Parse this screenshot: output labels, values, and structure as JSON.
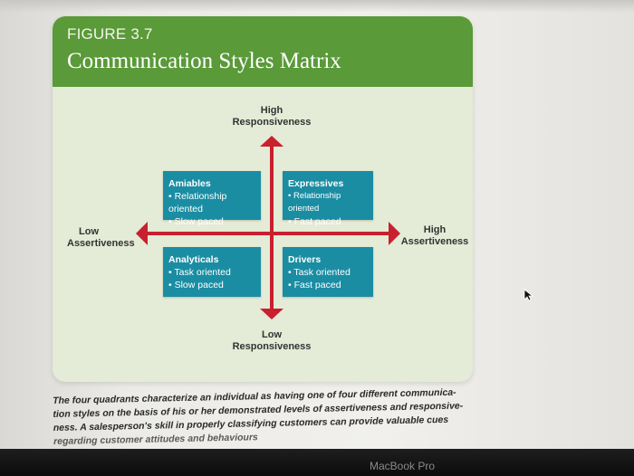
{
  "figure": {
    "number": "FIGURE 3.7",
    "title": "Communication Styles Matrix",
    "header_color": "#5a9a39",
    "panel_color": "#e4ebd6"
  },
  "axes": {
    "top": [
      "High",
      "Responsiveness"
    ],
    "bottom": [
      "Low",
      "Responsiveness"
    ],
    "left": [
      "Low",
      "Assertiveness"
    ],
    "right": [
      "High",
      "Assertiveness"
    ],
    "arrow_color": "#c8202f"
  },
  "quadrants": {
    "color": "#1a8da3",
    "top_left": {
      "title": "Amiables",
      "items": [
        "• Relationship oriented",
        "• Slow paced"
      ]
    },
    "top_right": {
      "title": "Expressives",
      "items": [
        "• Relationship oriented",
        "• Fast paced"
      ]
    },
    "bottom_left": {
      "title": "Analyticals",
      "items": [
        "• Task oriented",
        "• Slow paced"
      ]
    },
    "bottom_right": {
      "title": "Drivers",
      "items": [
        "• Task oriented",
        "• Fast paced"
      ]
    }
  },
  "caption": {
    "lines": [
      "The four quadrants characterize an individual as having one of four different communica-",
      "tion styles on the basis of his or her demonstrated levels of assertiveness and responsive-",
      "ness. A salesperson's skill in properly classifying customers can provide valuable cues",
      "regarding customer attitudes and behaviours"
    ]
  },
  "laptop": {
    "brand": "MacBook Pro"
  },
  "icons": {
    "cursor": "mouse-pointer-icon"
  }
}
